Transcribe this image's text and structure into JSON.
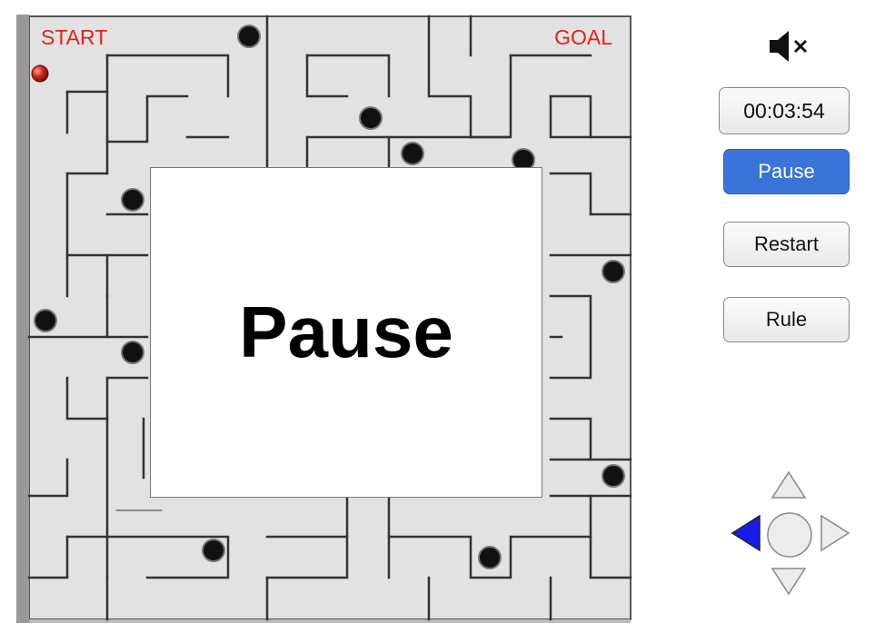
{
  "maze": {
    "start_label": "START",
    "goal_label": "GOAL"
  },
  "overlay": {
    "title": "Pause"
  },
  "controls": {
    "timer": "00:03:54",
    "pause_label": "Pause",
    "restart_label": "Restart",
    "rule_label": "Rule",
    "mute_icon": "speaker-muted-icon",
    "pause_color": "#3a74d8",
    "active_arrow": "left",
    "active_arrow_color": "#1a1aee"
  },
  "colors": {
    "label_red": "#e0231b",
    "board_bg": "#e2e2e2",
    "wall": "#333333",
    "ball": "#111111",
    "player": "#c0201a"
  }
}
